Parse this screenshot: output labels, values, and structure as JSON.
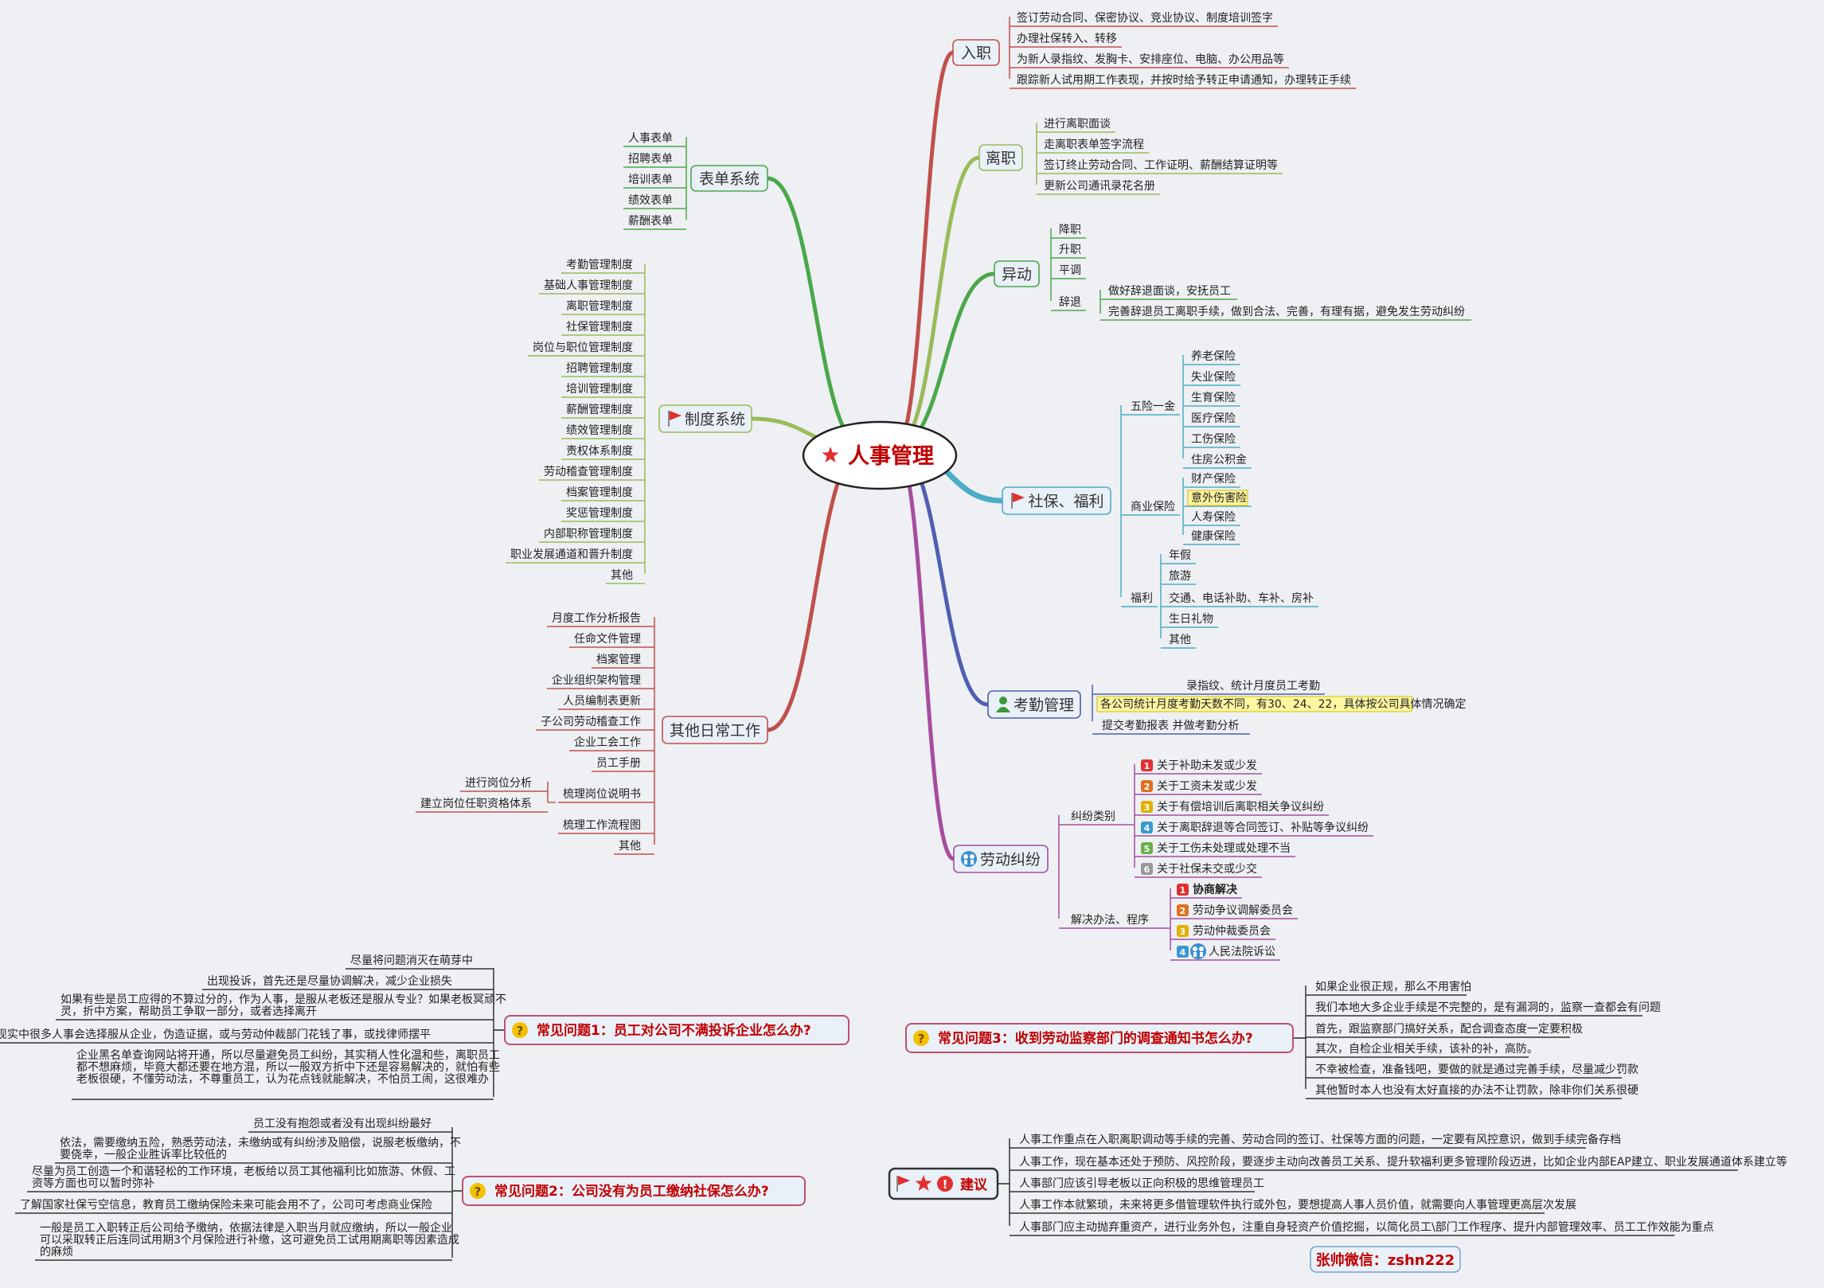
{
  "root": {
    "label": "人事管理"
  },
  "colors": {
    "background": "#eef0f4",
    "root_text": "#c00000",
    "question_text": "#c00000"
  },
  "right": [
    {
      "label": "入职",
      "color": "#c0504d",
      "items": [
        "签订劳动合同、保密协议、竞业协议、制度培训签字",
        "办理社保转入、转移",
        "为新人录指纹、发胸卡、安排座位、电脑、办公用品等",
        "跟踪新人试用期工作表现，并按时给予转正申请通知，办理转正手续"
      ]
    },
    {
      "label": "离职",
      "color": "#9bbb59",
      "items": [
        "进行离职面谈",
        "走离职表单签字流程",
        "签订终止劳动合同、工作证明、薪酬结算证明等",
        "更新公司通讯录花名册"
      ]
    },
    {
      "label": "异动",
      "color": "#4aa84a",
      "items": [
        "降职",
        "升职",
        "平调",
        "辞退"
      ],
      "sub": [
        "做好辞退面谈，安抚员工",
        "完善辞退员工离职手续，做到合法、完善，有理有据，避免发生劳动纠纷"
      ]
    },
    {
      "label": "社保、福利",
      "color": "#4bacc6",
      "icon": "flag-icon",
      "groups": [
        {
          "label": "五险一金",
          "items": [
            "养老保险",
            "失业保险",
            "生育保险",
            "医疗保险",
            "工伤保险",
            "住房公积金"
          ]
        },
        {
          "label": "商业保险",
          "items": [
            "财产保险",
            "意外伤害险",
            "人寿保险",
            "健康保险"
          ],
          "highlight": "意外伤害险"
        },
        {
          "label": "福利",
          "items": [
            "年假",
            "旅游",
            "交通、电话补助、车补、房补",
            "生日礼物",
            "其他"
          ]
        }
      ]
    },
    {
      "label": "考勤管理",
      "color": "#4f5fb0",
      "icon": "person-icon",
      "items": [
        "录指纹、统计月度员工考勤",
        "各公司统计月度考勤天数不同，有30、24、22，具体按公司具体情况确定",
        "提交考勤报表 并做考勤分析"
      ]
    },
    {
      "label": "劳动纠纷",
      "color": "#a64d9f",
      "icon": "people-icon",
      "groups": [
        {
          "label": "纠纷类别",
          "items": [
            "关于补助未发或少发",
            "关于工资未发或少发",
            "关于有偿培训后离职相关争议纠纷",
            "关于离职辞退等合同签订、补贴等争议纠纷",
            "关于工伤未处理或处理不当",
            "关于社保未交或少交"
          ]
        },
        {
          "label": "解决办法、程序",
          "items": [
            "协商解决",
            "劳动争议调解委员会",
            "劳动仲裁委员会",
            "人民法院诉讼"
          ]
        }
      ]
    }
  ],
  "left": [
    {
      "label": "表单系统",
      "color": "#4aa84a",
      "items": [
        "人事表单",
        "招聘表单",
        "培训表单",
        "绩效表单",
        "薪酬表单"
      ]
    },
    {
      "label": "制度系统",
      "color": "#9bbb59",
      "icon": "flag-icon",
      "items": [
        "考勤管理制度",
        "基础人事管理制度",
        "离职管理制度",
        "社保管理制度",
        "岗位与职位管理制度",
        "招聘管理制度",
        "培训管理制度",
        "薪酬管理制度",
        "绩效管理制度",
        "责权体系制度",
        "劳动稽查管理制度",
        "档案管理制度",
        "奖惩管理制度",
        "内部职称管理制度",
        "职业发展通道和晋升制度",
        "其他"
      ]
    },
    {
      "label": "其他日常工作",
      "color": "#c0504d",
      "items": [
        "月度工作分析报告",
        "任命文件管理",
        "档案管理",
        "企业组织架构管理",
        "人员编制表更新",
        "子公司劳动稽查工作",
        "企业工会工作",
        "员工手册",
        "梳理岗位说明书",
        "梳理工作流程图",
        "其他"
      ],
      "sub": [
        "进行岗位分析",
        "建立岗位任职资格体系"
      ]
    }
  ],
  "questions": [
    {
      "label": "常见问题1：员工对公司不满投诉企业怎么办?",
      "items": [
        "尽量将问题消灭在萌芽中",
        "出现投诉，首先还是尽量协调解决，减少企业损失",
        "如果有些是员工应得的不算过分的，作为人事，是服从老板还是服从专业？如果老板冥顽不灵，折中方案，帮助员工争取一部分，或者选择离开",
        "现实中很多人事会选择服从企业，伪造证据，或与劳动仲裁部门花钱了事，或找律师摆平",
        "企业黑名单查询网站将开通，所以尽量避免员工纠纷，其实稍人性化温和些，离职员工都不想麻烦，毕竟大都还要在地方混，所以一般双方折中下还是容易解决的，就怕有些老板很硬，不懂劳动法，不尊重员工，认为花点钱就能解决，不怕员工闹，这很难办"
      ]
    },
    {
      "label": "常见问题2：公司没有为员工缴纳社保怎么办?",
      "items": [
        "员工没有抱怨或者没有出现纠纷最好",
        "依法，需要缴纳五险，熟悉劳动法，未缴纳或有纠纷涉及赔偿，说服老板缴纳，不要侥幸，一般企业胜诉率比较低的",
        "尽量为员工创造一个和谐轻松的工作环境，老板给以员工其他福利比如旅游、休假、工资等方面也可以暂时弥补",
        "了解国家社保亏空信息，教育员工缴纳保险未来可能会用不了，公司可考虑商业保险",
        "一般是员工入职转正后公司给予缴纳，依据法律是入职当月就应缴纳，所以一般企业可以采取转正后连同试用期3个月保险进行补缴，这可避免员工试用期离职等因素造成的麻烦"
      ]
    },
    {
      "label": "常见问题3：收到劳动监察部门的调查通知书怎么办?",
      "items": [
        "如果企业很正规，那么不用害怕",
        "我们本地大多企业手续是不完整的，是有漏洞的，监察一查都会有问题",
        "首先，跟监察部门搞好关系，配合调查态度一定要积极",
        "其次，自检企业相关手续，该补的补，高防。",
        "不幸被检查，准备钱吧，要做的就是通过完善手续，尽量减少罚款",
        "其他暂时本人也没有太好直接的办法不让罚款，除非你们关系很硬"
      ]
    }
  ],
  "advice": {
    "label": "建议",
    "items": [
      "人事工作重点在入职离职调动等手续的完善、劳动合同的签订、社保等方面的问题，一定要有风控意识，做到手续完备存档",
      "人事工作，现在基本还处于预防、风控阶段，要逐步主动向改善员工关系、提升软福利更多管理阶段迈进，比如企业内部EAP建立、职业发展通道体系建立等",
      "人事部门应该引导老板以正向积极的思维管理员工",
      "人事工作本就繁琐，未来将更多借管理软件执行或外包，要想提高人事人员价值，就需要向人事管理更高层次发展",
      "人事部门应主动抛弃重资产，进行业务外包，注重自身轻资产价值挖掘，以简化员工\\部门工作程序、提升内部管理效率、员工工作效能为重点"
    ]
  },
  "wechat": "张帅微信：zshn222"
}
